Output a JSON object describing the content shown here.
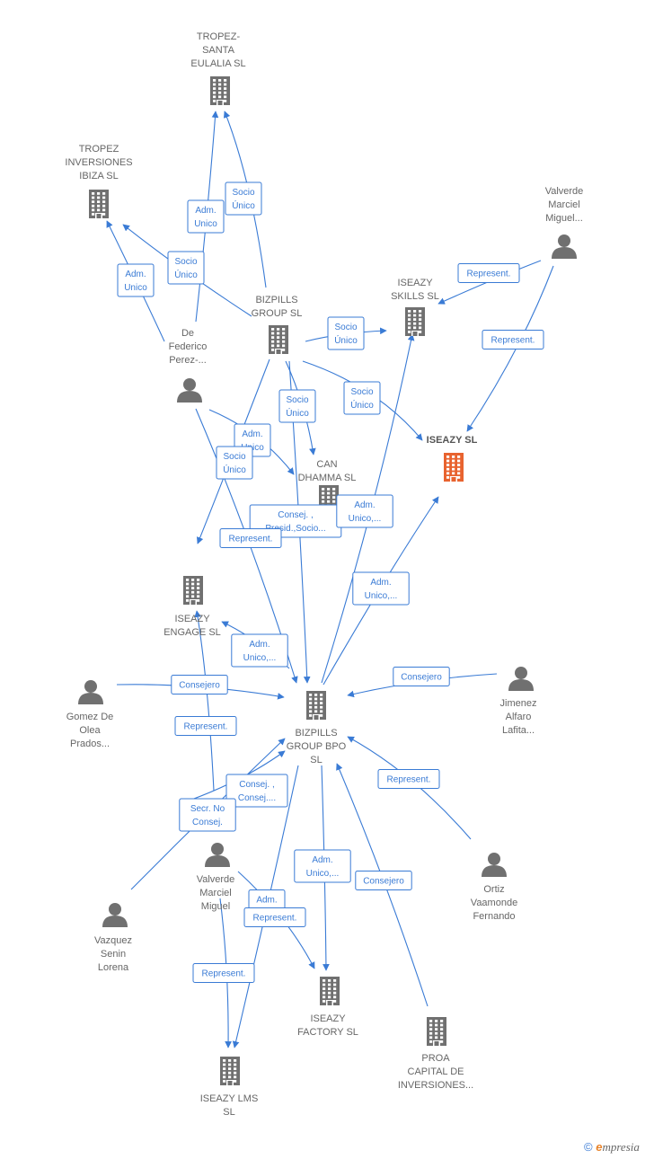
{
  "colors": {
    "edge": "#3a7bd5",
    "company": "#707070",
    "focus_company": "#e8632f",
    "person": "#707070",
    "label_text": "#666666"
  },
  "nodes": [
    {
      "id": "tropez_santa",
      "type": "company",
      "icon": "building-icon",
      "label": [
        "TROPEZ-",
        "SANTA",
        "EULALIA  SL"
      ]
    },
    {
      "id": "tropez_inv",
      "type": "company",
      "icon": "building-icon",
      "label": [
        "TROPEZ",
        "INVERSIONES",
        "IBIZA  SL"
      ]
    },
    {
      "id": "valverde_top",
      "type": "person",
      "icon": "person-icon",
      "label": [
        "Valverde",
        "Marciel",
        "Miguel..."
      ]
    },
    {
      "id": "iseazy_skills",
      "type": "company",
      "icon": "building-icon",
      "label": [
        "ISEAZY",
        "SKILLS  SL"
      ]
    },
    {
      "id": "bizpills_group",
      "type": "company",
      "icon": "building-icon",
      "label": [
        "BIZPILLS",
        "GROUP  SL"
      ]
    },
    {
      "id": "de_federico",
      "type": "person",
      "icon": "person-icon",
      "label": [
        "De",
        "Federico",
        "Perez-..."
      ]
    },
    {
      "id": "iseazy_sl",
      "type": "company",
      "icon": "building-icon",
      "focus": true,
      "label": [
        "ISEAZY  SL"
      ]
    },
    {
      "id": "can_dhamma",
      "type": "company",
      "icon": "building-icon",
      "label": [
        "CAN",
        "DHAMMA  SL"
      ]
    },
    {
      "id": "iseazy_engage",
      "type": "company",
      "icon": "building-icon",
      "label": [
        "ISEAZY",
        "ENGAGE  SL"
      ]
    },
    {
      "id": "bizpills_bpo",
      "type": "company",
      "icon": "building-icon",
      "label": [
        "BIZPILLS",
        "GROUP BPO",
        "SL"
      ]
    },
    {
      "id": "gomez",
      "type": "person",
      "icon": "person-icon",
      "label": [
        "Gomez De",
        "Olea",
        "Prados..."
      ]
    },
    {
      "id": "jimenez",
      "type": "person",
      "icon": "person-icon",
      "label": [
        "Jimenez",
        "Alfaro",
        "Lafita..."
      ]
    },
    {
      "id": "ortiz",
      "type": "person",
      "icon": "person-icon",
      "label": [
        "Ortiz",
        "Vaamonde",
        "Fernando"
      ]
    },
    {
      "id": "valverde_mid",
      "type": "person",
      "icon": "person-icon",
      "label": [
        "Valverde",
        "Marciel",
        "Miguel"
      ]
    },
    {
      "id": "vazquez",
      "type": "person",
      "icon": "person-icon",
      "label": [
        "Vazquez",
        "Senin",
        "Lorena"
      ]
    },
    {
      "id": "iseazy_factory",
      "type": "company",
      "icon": "building-icon",
      "label": [
        "ISEAZY",
        "FACTORY  SL"
      ]
    },
    {
      "id": "proa",
      "type": "company",
      "icon": "building-icon",
      "label": [
        "PROA",
        "CAPITAL DE",
        "INVERSIONES..."
      ]
    },
    {
      "id": "iseazy_lms",
      "type": "company",
      "icon": "building-icon",
      "label": [
        "ISEAZY LMS",
        "SL"
      ]
    }
  ],
  "edge_labels": [
    [
      "Adm.",
      "Unico"
    ],
    [
      "Socio",
      "Único"
    ],
    [
      "Adm.",
      "Unico"
    ],
    [
      "Socio",
      "Único"
    ],
    [
      "Represent."
    ],
    [
      "Represent."
    ],
    [
      "Socio",
      "Único"
    ],
    [
      "Socio",
      "Único"
    ],
    [
      "Socio",
      "Único"
    ],
    [
      "Adm.",
      "Unico"
    ],
    [
      "Socio",
      "Único"
    ],
    [
      "Consej. ,",
      "Presid.,Socio..."
    ],
    [
      "Adm.",
      "Unico,..."
    ],
    [
      "Represent."
    ],
    [
      "Adm.",
      "Unico,..."
    ],
    [
      "Adm.",
      "Unico,..."
    ],
    [
      "Consejero"
    ],
    [
      "Consejero"
    ],
    [
      "Represent."
    ],
    [
      "Represent."
    ],
    [
      "Consej. ,",
      "Consej...."
    ],
    [
      "Secr.  No",
      "Consej."
    ],
    [
      "Adm.",
      "Unico,..."
    ],
    [
      "Consejero"
    ],
    [
      "Adm."
    ],
    [
      "Represent."
    ],
    [
      "Represent."
    ]
  ],
  "footer": {
    "copyright": "©",
    "brand_initial": "e",
    "brand_rest": "mpresia"
  }
}
